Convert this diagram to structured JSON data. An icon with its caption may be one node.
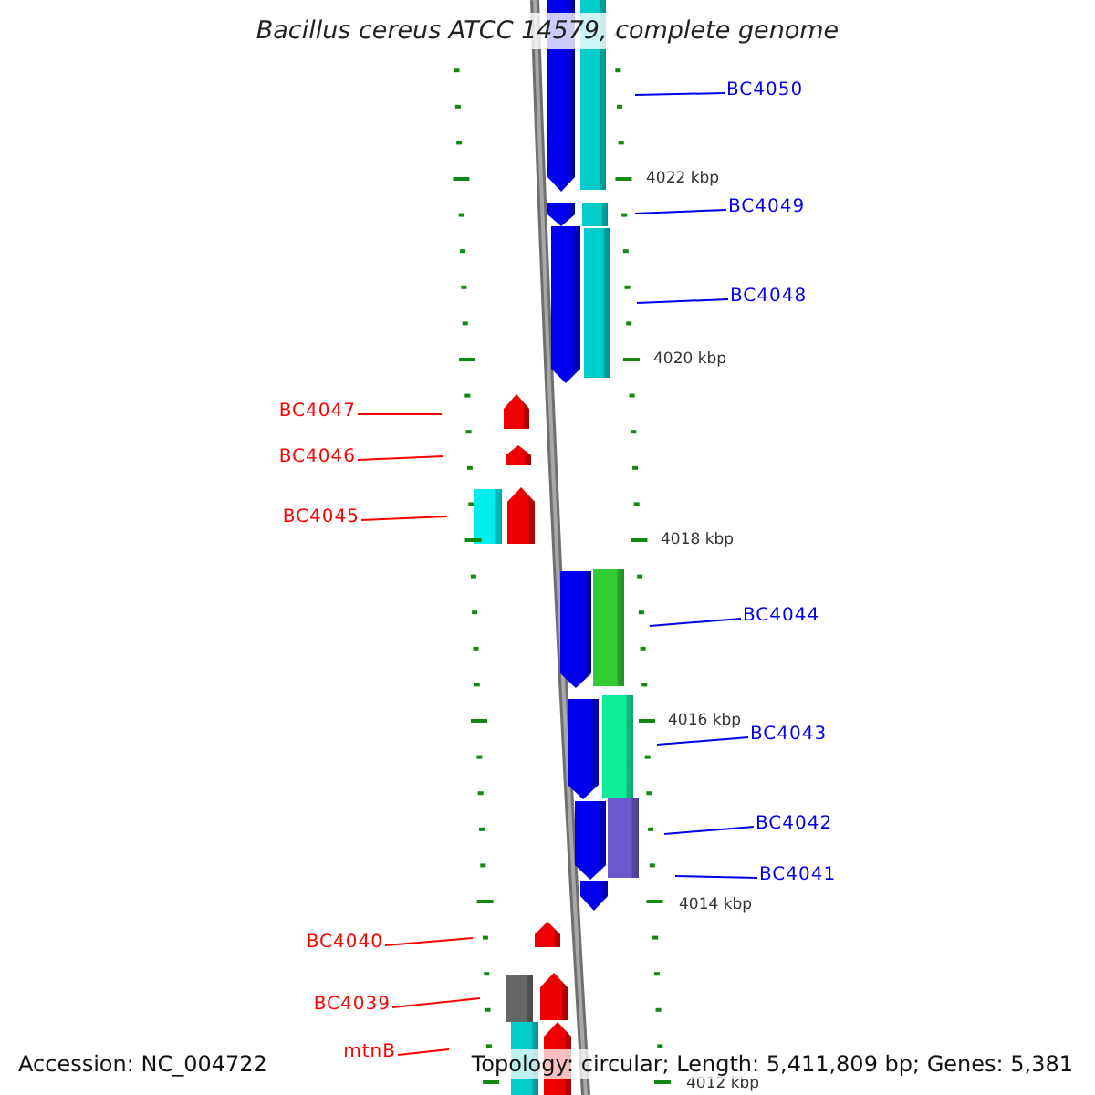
{
  "diagram": {
    "title": "Bacillus cereus ATCC 14579, complete genome",
    "nodes": [
      {
        "text": [
          "BC4050"
        ]
      },
      {
        "text": [
          "BC4049"
        ]
      },
      {
        "text": [
          "BC4048"
        ]
      },
      {
        "text": [
          "BC4047"
        ]
      },
      {
        "text": [
          "BC4046"
        ]
      },
      {
        "text": [
          "BC4045"
        ]
      },
      {
        "text": [
          "BC4044"
        ]
      },
      {
        "text": [
          "BC4043"
        ]
      },
      {
        "text": [
          "BC4042"
        ]
      },
      {
        "text": [
          "BC4041"
        ]
      },
      {
        "text": [
          "BC4040"
        ]
      },
      {
        "text": [
          "BC4039"
        ]
      },
      {
        "text": [
          "mtnB"
        ]
      }
    ],
    "edges": [
      {
        "from": 0,
        "to": null,
        "arrow": "none"
      },
      {
        "from": 1,
        "to": null,
        "arrow": "none"
      },
      {
        "from": 2,
        "to": null,
        "arrow": "none"
      },
      {
        "from": 3,
        "to": null,
        "arrow": "none",
        "color": "#ff0000"
      },
      {
        "from": 4,
        "to": null,
        "arrow": "none",
        "color": "#ff0000"
      },
      {
        "from": 5,
        "to": null,
        "arrow": "none",
        "color": "#ff0000"
      },
      {
        "from": 6,
        "to": null,
        "arrow": "none"
      },
      {
        "from": 7,
        "to": null,
        "arrow": "none"
      },
      {
        "from": 8,
        "to": null,
        "arrow": "none"
      },
      {
        "from": 9,
        "to": null,
        "arrow": "none"
      },
      {
        "from": 10,
        "to": null,
        "arrow": "none",
        "color": "#ff0000"
      },
      {
        "from": 11,
        "to": null,
        "arrow": "none",
        "color": "#ff0000"
      },
      {
        "from": 12,
        "to": null,
        "arrow": "none",
        "color": "#ff0000"
      }
    ],
    "labels": [
      "4022 kbp",
      "4020 kbp",
      "4018 kbp",
      "4016 kbp",
      "4014 kbp",
      "4012 kbp",
      "Accession: NC_004722",
      "Topology: circular; Length: 5,411,809 bp; Genes: 5,381"
    ]
  }
}
